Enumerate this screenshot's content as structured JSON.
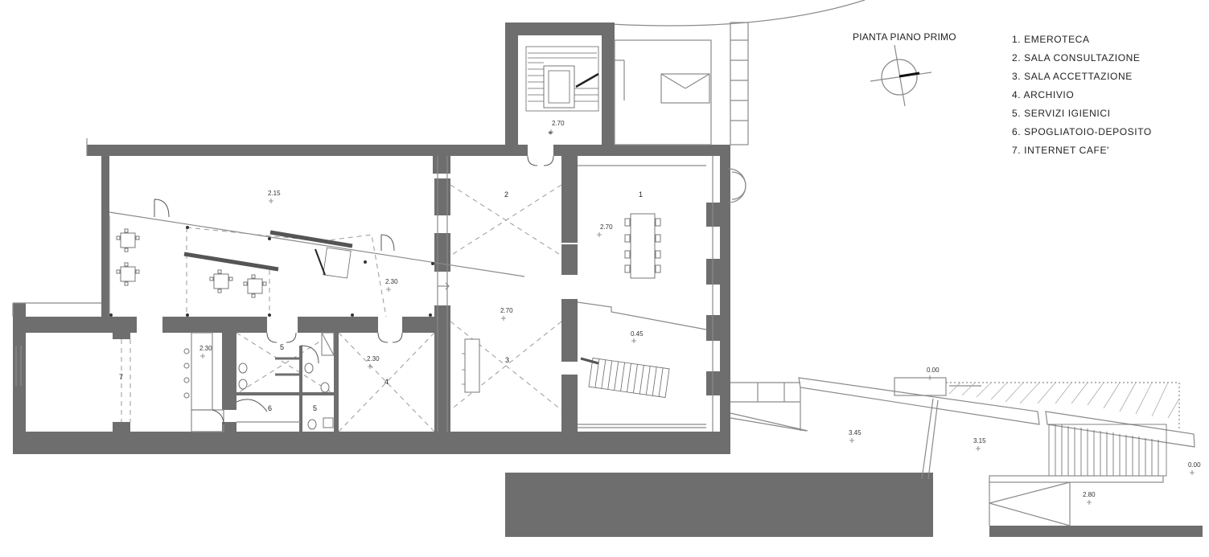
{
  "title": "PIANTA PIANO PRIMO",
  "legend": [
    "1. EMEROTECA",
    "2. SALA CONSULTAZIONE",
    "3. SALA ACCETTAZIONE",
    "4. ARCHIVIO",
    "5. SERVIZI IGIENICI",
    "6. SPOGLIATOIO-DEPOSITO",
    "7. INTERNET CAFE'"
  ],
  "rooms": {
    "r1": "1",
    "r2": "2",
    "r3": "3",
    "r4": "4",
    "r5a": "5",
    "r5b": "5",
    "r6": "6",
    "r7": "7"
  },
  "levels": {
    "stair_tower": "2.70",
    "cafe_upper": "2.15",
    "cafe_mid": "2.30",
    "cafe_bottom": "2.30",
    "hall": "2.70",
    "archive": "2.30",
    "emeroteca": "2.70",
    "emeroteca_low": "0.45",
    "ramp_top": "0.00",
    "court_a": "3.45",
    "court_b": "3.15",
    "court_edge": "0.00",
    "court_low": "2.80"
  }
}
